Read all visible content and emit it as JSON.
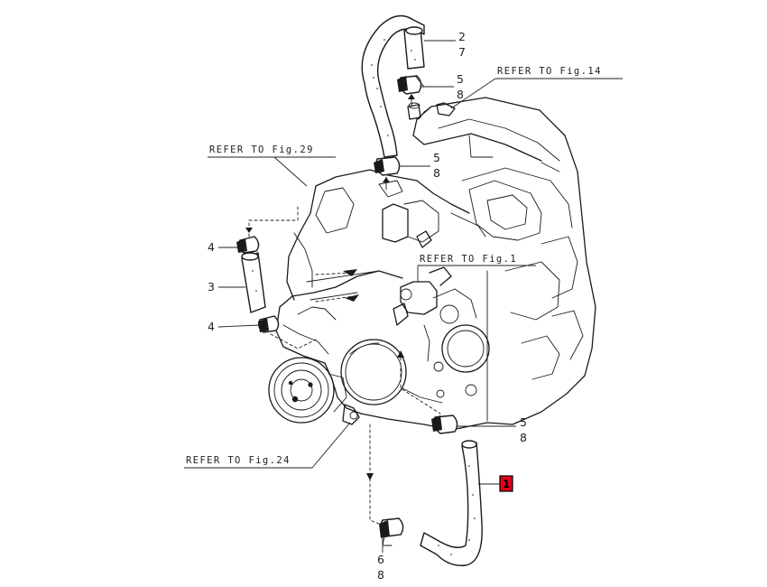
{
  "references": {
    "fig14": "REFER TO Fig.14",
    "fig29": "REFER TO Fig.29",
    "fig1": "REFER TO Fig.1",
    "fig24": "REFER TO Fig.24"
  },
  "callouts": {
    "top_hose": [
      "2",
      "7"
    ],
    "top_clamp": [
      "5",
      "8"
    ],
    "mid_clamp": [
      "5",
      "8"
    ],
    "left_top_clamp": "4",
    "left_hose": "3",
    "left_bottom_clamp": "4",
    "lower_clamp": [
      "5",
      "8"
    ],
    "selected_hose": "1",
    "bottom_clamp": [
      "6",
      "8"
    ]
  },
  "colors": {
    "highlight": "#e3001b",
    "line": "#1a1a1a",
    "background": "#ffffff"
  }
}
